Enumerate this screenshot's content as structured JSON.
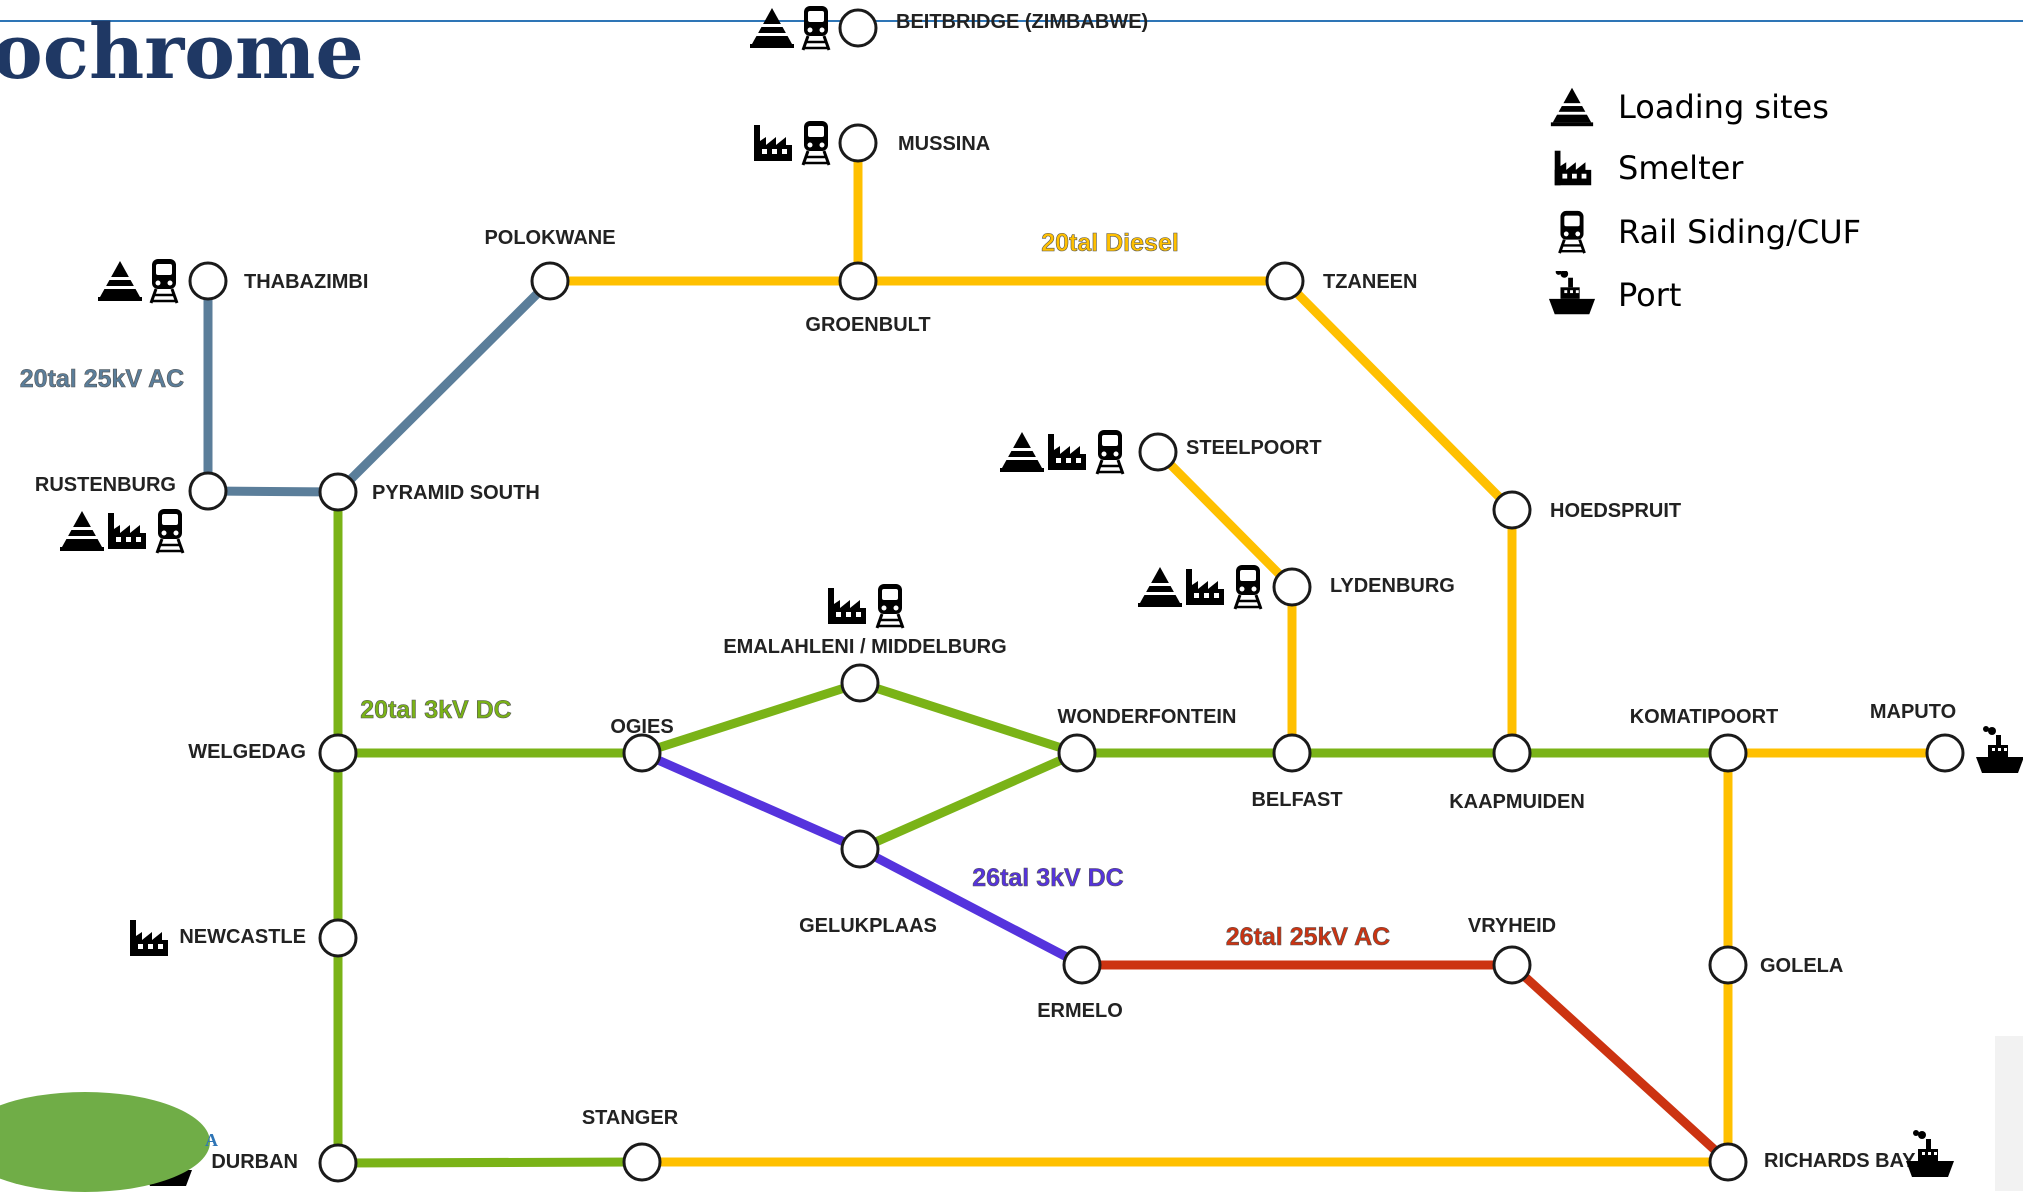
{
  "title": "ochrome",
  "legend": [
    {
      "icon": "loading-site-icon",
      "label": "Loading sites"
    },
    {
      "icon": "smelter-icon",
      "label": "Smelter"
    },
    {
      "icon": "rail-siding-icon",
      "label": "Rail Siding/CUF"
    },
    {
      "icon": "port-icon",
      "label": "Port"
    }
  ],
  "lines": [
    {
      "id": "20tal-diesel",
      "label": "20tal Diesel",
      "color": "#ffc000",
      "segments": [
        [
          "BEITBRIDGE",
          "MUSSINA"
        ],
        [
          "MUSSINA",
          "GROENBULT"
        ],
        [
          "POLOKWANE",
          "GROENBULT"
        ],
        [
          "GROENBULT",
          "TZANEEN"
        ],
        [
          "TZANEEN",
          "HOEDSPRUIT"
        ],
        [
          "HOEDSPRUIT",
          "KAAPMUIDEN"
        ],
        [
          "STEELPOORT",
          "LYDENBURG"
        ],
        [
          "LYDENBURG",
          "BELFAST"
        ],
        [
          "KOMATIPOORT",
          "MAPUTO"
        ],
        [
          "KOMATIPOORT",
          "GOLELA"
        ],
        [
          "GOLELA",
          "RICHARDS BAY"
        ],
        [
          "STANGER",
          "RICHARDS BAY"
        ]
      ]
    },
    {
      "id": "20tal-25kv-ac",
      "label": "20tal 25kV AC",
      "color": "#5b7e9a",
      "segments": [
        [
          "THABAZIMBI",
          "RUSTENBURG"
        ],
        [
          "RUSTENBURG",
          "PYRAMID SOUTH"
        ],
        [
          "PYRAMID SOUTH",
          "POLOKWANE"
        ]
      ]
    },
    {
      "id": "20tal-3kv-dc",
      "label": "20tal 3kV DC",
      "color": "#7ab317",
      "segments": [
        [
          "PYRAMID SOUTH",
          "WELGEDAG"
        ],
        [
          "WELGEDAG",
          "NEWCASTLE"
        ],
        [
          "NEWCASTLE",
          "DURBAN"
        ],
        [
          "DURBAN",
          "STANGER"
        ],
        [
          "WELGEDAG",
          "OGIES"
        ],
        [
          "OGIES",
          "EMALAHLENI / MIDDELBURG"
        ],
        [
          "EMALAHLENI / MIDDELBURG",
          "WONDERFONTEIN"
        ],
        [
          "GELUKPLAAS",
          "WONDERFONTEIN"
        ],
        [
          "WONDERFONTEIN",
          "BELFAST"
        ],
        [
          "BELFAST",
          "KAAPMUIDEN"
        ],
        [
          "KAAPMUIDEN",
          "KOMATIPOORT"
        ]
      ]
    },
    {
      "id": "26tal-3kv-dc",
      "label": "26tal 3kV DC",
      "color": "#5533dd",
      "segments": [
        [
          "OGIES",
          "GELUKPLAAS"
        ],
        [
          "GELUKPLAAS",
          "ERMELO"
        ]
      ]
    },
    {
      "id": "26tal-25kv-ac",
      "label": "26tal 25kV AC",
      "color": "#cc3311",
      "segments": [
        [
          "ERMELO",
          "VRYHEID"
        ],
        [
          "VRYHEID",
          "RICHARDS BAY"
        ]
      ]
    }
  ],
  "stations": [
    {
      "name": "BEITBRIDGE (ZIMBABWE)",
      "facilities": [
        "loading",
        "rail"
      ]
    },
    {
      "name": "MUSSINA",
      "facilities": [
        "smelter",
        "rail"
      ]
    },
    {
      "name": "POLOKWANE",
      "facilities": []
    },
    {
      "name": "GROENBULT",
      "facilities": []
    },
    {
      "name": "TZANEEN",
      "facilities": []
    },
    {
      "name": "THABAZIMBI",
      "facilities": [
        "loading",
        "rail"
      ]
    },
    {
      "name": "RUSTENBURG",
      "facilities": [
        "loading",
        "smelter",
        "rail"
      ]
    },
    {
      "name": "PYRAMID SOUTH",
      "facilities": []
    },
    {
      "name": "STEELPOORT",
      "facilities": [
        "loading",
        "smelter",
        "rail"
      ]
    },
    {
      "name": "HOEDSPRUIT",
      "facilities": []
    },
    {
      "name": "LYDENBURG",
      "facilities": [
        "loading",
        "smelter",
        "rail"
      ]
    },
    {
      "name": "EMALAHLENI / MIDDELBURG",
      "facilities": [
        "smelter",
        "rail"
      ]
    },
    {
      "name": "WELGEDAG",
      "facilities": []
    },
    {
      "name": "OGIES",
      "facilities": []
    },
    {
      "name": "WONDERFONTEIN",
      "facilities": []
    },
    {
      "name": "BELFAST",
      "facilities": []
    },
    {
      "name": "KAAPMUIDEN",
      "facilities": []
    },
    {
      "name": "KOMATIPOORT",
      "facilities": []
    },
    {
      "name": "MAPUTO",
      "facilities": [
        "port"
      ]
    },
    {
      "name": "GELUKPLAAS",
      "facilities": []
    },
    {
      "name": "NEWCASTLE",
      "facilities": [
        "smelter"
      ]
    },
    {
      "name": "ERMELO",
      "facilities": []
    },
    {
      "name": "VRYHEID",
      "facilities": []
    },
    {
      "name": "GOLELA",
      "facilities": []
    },
    {
      "name": "STANGER",
      "facilities": []
    },
    {
      "name": "DURBAN",
      "facilities": [
        "port"
      ]
    },
    {
      "name": "RICHARDS BAY",
      "facilities": [
        "port"
      ]
    }
  ],
  "footer_letter": "A"
}
